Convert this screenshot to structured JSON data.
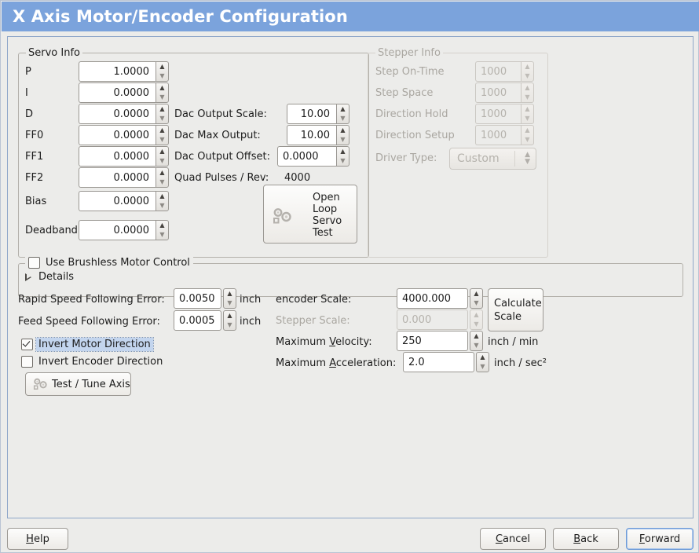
{
  "window": {
    "title": "X Axis Motor/Encoder Configuration",
    "title_bar_color": "#7ba3dc",
    "panel_border_color": "#8fa7c9",
    "background_color": "#ececea"
  },
  "servo_info": {
    "legend": "Servo Info",
    "fields": [
      {
        "label": "P",
        "value": "1.0000"
      },
      {
        "label": "I",
        "value": "0.0000"
      },
      {
        "label": "D",
        "value": "0.0000"
      },
      {
        "label": "FF0",
        "value": "0.0000"
      },
      {
        "label": "FF1",
        "value": "0.0000"
      },
      {
        "label": "FF2",
        "value": "0.0000"
      },
      {
        "label": "Bias",
        "value": "0.0000"
      },
      {
        "label": "Deadband",
        "value": "0.0000"
      }
    ],
    "dac": [
      {
        "label": "Dac Output Scale:",
        "value": "10.00"
      },
      {
        "label": "Dac Max Output:",
        "value": "10.00"
      },
      {
        "label": "Dac Output Offset:",
        "value": "0.0000"
      }
    ],
    "quad_pulses_label": "Quad Pulses / Rev:",
    "quad_pulses_value": "4000",
    "open_loop_button": "Open\nLoop\nServo\nTest",
    "open_loop_lines": [
      "Open",
      "Loop",
      "Servo",
      "Test"
    ],
    "open_loop_icon": "gears-icon"
  },
  "stepper_info": {
    "legend": "Stepper Info",
    "enabled": false,
    "fields": [
      {
        "label": "Step On-Time",
        "value": "1000"
      },
      {
        "label": "Step Space",
        "value": "1000"
      },
      {
        "label": "Direction Hold",
        "value": "1000"
      },
      {
        "label": "Direction Setup",
        "value": "1000"
      }
    ],
    "driver_type_label": "Driver Type:",
    "driver_type_value": "Custom"
  },
  "brushless": {
    "checkbox_label": "Use Brushless Motor Control",
    "checked": false,
    "details_label": "Details",
    "details_expanded": false
  },
  "following_error": {
    "rapid_label": "Rapid Speed Following Error:",
    "rapid_value": "0.0050",
    "rapid_unit": "inch",
    "feed_label": "Feed Speed Following Error:",
    "feed_value": "0.0005",
    "feed_unit": "inch"
  },
  "direction": {
    "invert_motor_label": "Invert Motor Direction",
    "invert_motor_checked": true,
    "invert_motor_focused": true,
    "invert_encoder_label": "Invert Encoder Direction",
    "invert_encoder_checked": false,
    "test_tune_button": "Test / Tune Axis",
    "test_tune_icon": "gears-icon"
  },
  "scale": {
    "encoder_label": "encoder Scale:",
    "encoder_value": "4000.000",
    "stepper_label": "Stepper Scale:",
    "stepper_value": "0.000",
    "stepper_enabled": false,
    "calculate_button_lines": [
      "Calculate",
      "Scale"
    ],
    "max_velocity_label_pre": "Maximum ",
    "max_velocity_label_mnemonic": "V",
    "max_velocity_label_post": "elocity:",
    "max_velocity_value": "250",
    "max_velocity_unit": "inch / min",
    "max_accel_label_pre": "Maximum ",
    "max_accel_label_mnemonic": "A",
    "max_accel_label_post": "cceleration:",
    "max_accel_value": "2.0",
    "max_accel_unit": "inch / sec²"
  },
  "footer": {
    "help": {
      "pre": "",
      "mnemonic": "H",
      "post": "elp"
    },
    "cancel": {
      "pre": "",
      "mnemonic": "C",
      "post": "ancel"
    },
    "back": {
      "pre": "",
      "mnemonic": "B",
      "post": "ack"
    },
    "forward": {
      "pre": "",
      "mnemonic": "F",
      "post": "orward",
      "focused": true
    }
  }
}
